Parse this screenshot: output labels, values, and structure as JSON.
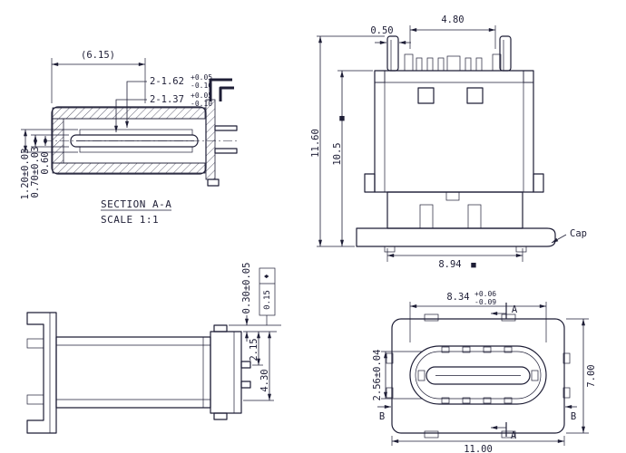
{
  "style": {
    "ink": "#1e1e36",
    "background": "#ffffff"
  },
  "drawing": {
    "section_view": {
      "title": "SECTION A-A",
      "scale": "SCALE 1:1",
      "dim_overall": "(6.15)",
      "dim_slot1_base": "2-1.62",
      "dim_slot1_plus": "+0.05",
      "dim_slot1_minus": "-0.10",
      "dim_slot2_base": "2-1.37",
      "dim_slot2_plus": "+0.05",
      "dim_slot2_minus": "-0.10",
      "dim_h1": "1.20±0.03",
      "dim_h2": "0.70±0.03",
      "dim_h3": "0.60"
    },
    "front_view": {
      "dim_top_width": "4.80",
      "dim_pin": "0.50",
      "dim_total_height": "11.60",
      "dim_body_height": "10.5",
      "dim_body_width": "8.94",
      "inspection_marker": "■",
      "cap_label": "Cap"
    },
    "side_view": {
      "dim_boss": "0.30±0.05",
      "gdt_symbol": "♦",
      "gdt_value": "0.15",
      "dim_offset1": "2.15",
      "dim_offset2": "4.30"
    },
    "top_view": {
      "dim_opening_base": "8.34",
      "dim_opening_plus": "+0.06",
      "dim_opening_minus": "-0.09",
      "dim_opening_height": "2.56±0.04",
      "dim_shell_height": "7.00",
      "dim_shell_width": "11.00",
      "section_a": "A",
      "section_b": "B"
    }
  }
}
